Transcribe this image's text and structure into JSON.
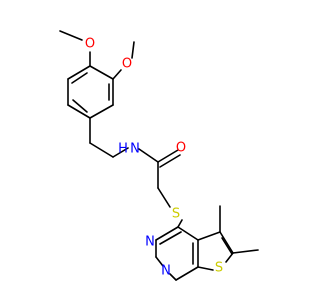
{
  "molecule": {
    "colors": {
      "carbon_bond": "#000000",
      "oxygen": "#ff0000",
      "nitrogen": "#0000ff",
      "sulfur": "#cccc00",
      "background": "#ffffff"
    },
    "atom_labels": {
      "o_methoxy_top": "O",
      "o_methoxy_right": "O",
      "n_amide": "N",
      "h_amide": "H",
      "o_carbonyl": "O",
      "s_thioether": "S",
      "n_pyrimidine_left": "N",
      "n_pyrimidine_bottom": "N",
      "s_thiophene": "S"
    }
  }
}
